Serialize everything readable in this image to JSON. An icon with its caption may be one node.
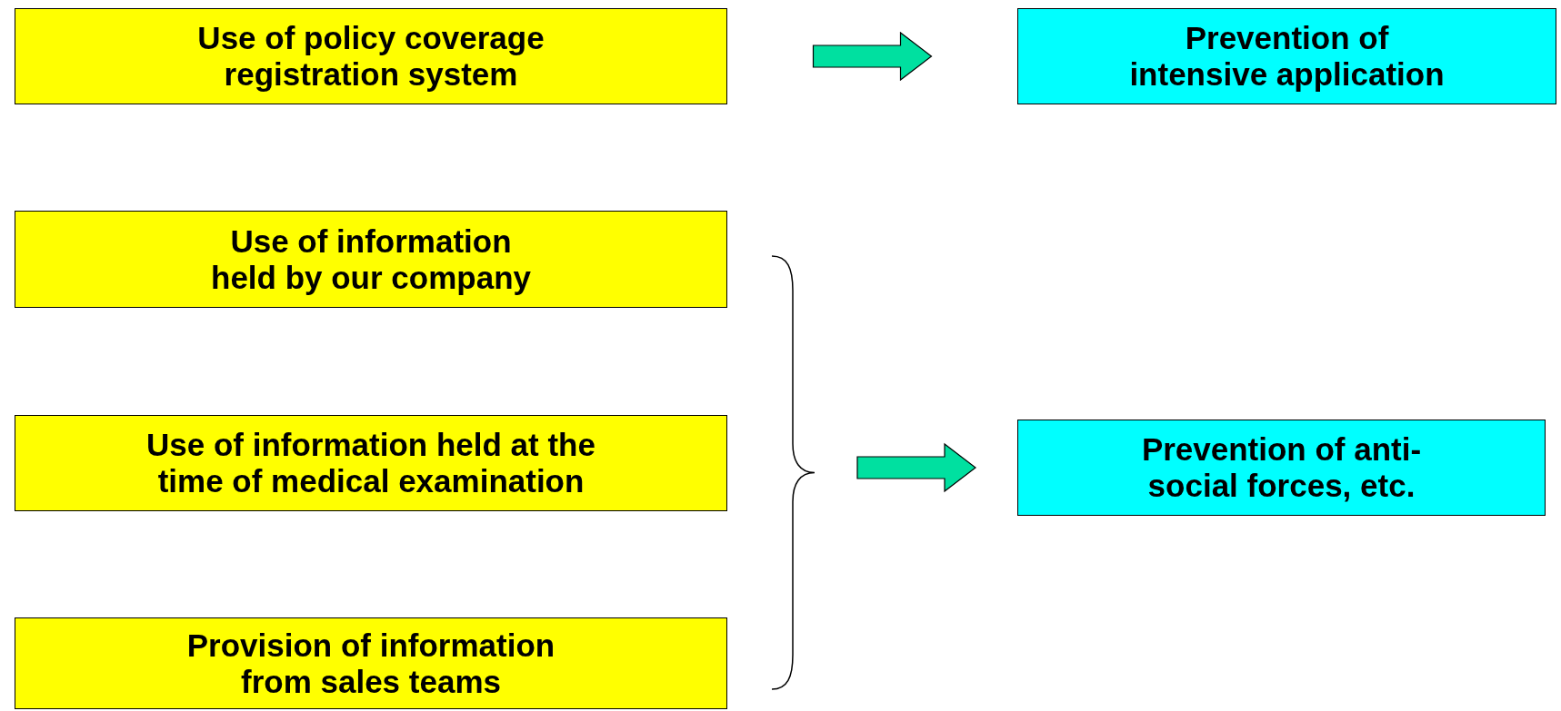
{
  "diagram": {
    "nodes": [
      {
        "text": [
          "Use of policy coverage registration system"
        ]
      },
      {
        "text": [
          "Prevention of intensive application"
        ]
      },
      {
        "text": [
          "Use of information held by our company"
        ]
      },
      {
        "text": [
          "Use of information held at the time of medical examination"
        ]
      },
      {
        "text": [
          "Provision of information from sales teams"
        ]
      },
      {
        "text": [],
        "shape": "brace"
      },
      {
        "text": [
          "Prevention of anti-social forces, etc."
        ]
      }
    ],
    "edges": [
      {
        "from": 0,
        "to": 1,
        "arrow": "to"
      },
      {
        "from": 5,
        "to": 6,
        "arrow": "to"
      }
    ]
  }
}
